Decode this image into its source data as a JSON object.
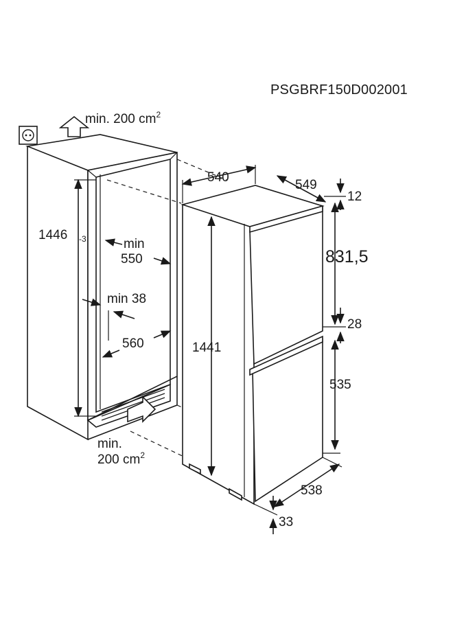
{
  "diagram": {
    "code": "PSGBRF150D002001",
    "vent_top": {
      "text": "min. 200 cm",
      "sup": "2"
    },
    "vent_bottom": {
      "line1": "min.",
      "line2": "200 cm",
      "sup": "2"
    },
    "niche": {
      "height": "1446",
      "height_tol": "-3",
      "depth_min_label": "min",
      "depth_min": "550",
      "gap_min": "min 38",
      "width": "560"
    },
    "appliance": {
      "depth": "540",
      "width": "549",
      "top_gap": "12",
      "height": "1441",
      "upper_door": "831,5",
      "door_gap": "28",
      "lower_door": "535",
      "door_width": "538",
      "bottom_offset": "33"
    }
  }
}
